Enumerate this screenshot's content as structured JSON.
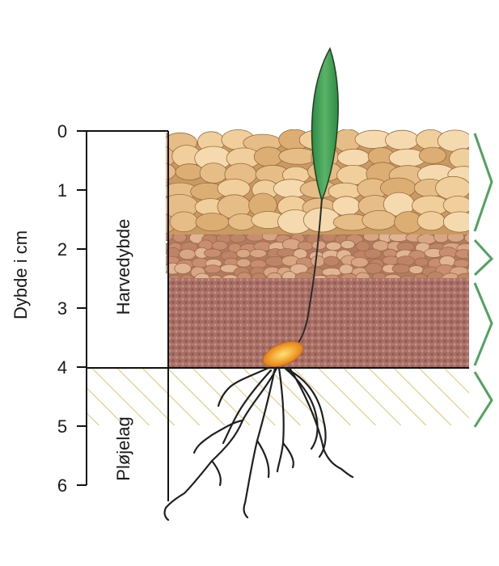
{
  "axis": {
    "label": "Dybde i cm",
    "ticks": [
      "0",
      "1",
      "2",
      "3",
      "4",
      "5",
      "6"
    ]
  },
  "zones": {
    "upper": "Harvedybde",
    "lower": "Pløjelag"
  },
  "colors": {
    "clods_large": "#e2b981",
    "clods_medium": "#cd9978",
    "fine_soil": "#a76f66",
    "hatch": "#e2bb5e",
    "leaf": "#3e9a4f",
    "seed": "#f3a12e",
    "bracket": "#4fa35d"
  }
}
